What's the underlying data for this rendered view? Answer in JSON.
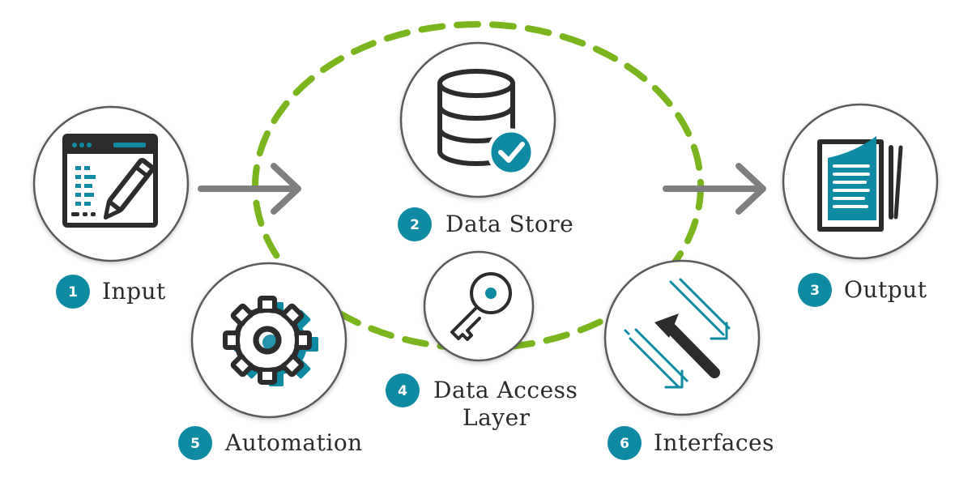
{
  "nodes": [
    {
      "number": "1",
      "label": "Input",
      "icon": "input-form-pencil-icon"
    },
    {
      "number": "2",
      "label": "Data Store",
      "icon": "database-check-icon"
    },
    {
      "number": "3",
      "label": "Output",
      "icon": "document-output-icon"
    },
    {
      "number": "4",
      "label_lines": [
        "Data Access",
        "Layer"
      ],
      "icon": "key-icon"
    },
    {
      "number": "5",
      "label": "Automation",
      "icon": "gears-icon"
    },
    {
      "number": "6",
      "label": "Interfaces",
      "icon": "arrows-interface-icon"
    }
  ],
  "colors": {
    "accent": "#0e8aa3",
    "loop": "#7ab51d",
    "arrow": "#7f7f7f",
    "icon_dark": "#2c2c2c"
  }
}
